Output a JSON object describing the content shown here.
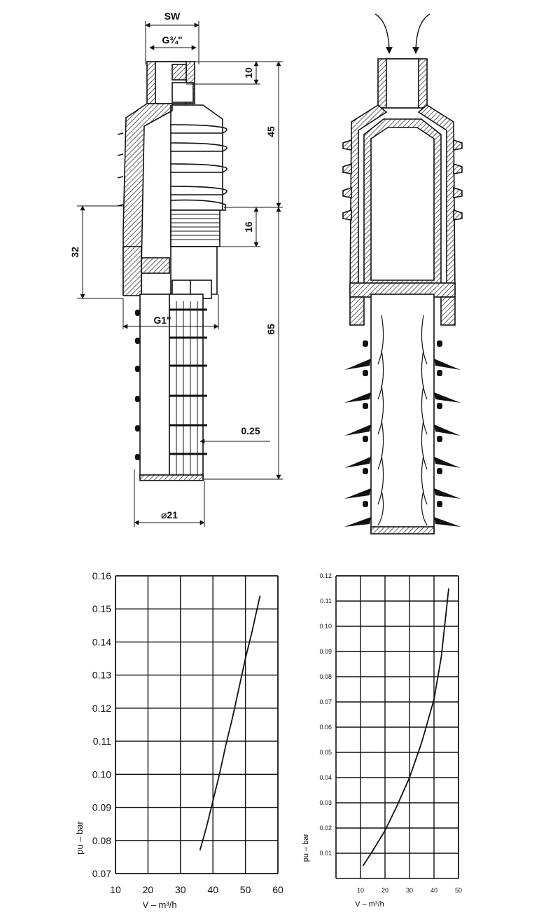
{
  "diagram": {
    "dims": {
      "sw": "SW",
      "g34": "G¾\"",
      "d10": "10",
      "d45": "45",
      "d16": "16",
      "d32": "32",
      "g1": "G1\"",
      "d65": "65",
      "d025": "0.25",
      "d21": "⌀21"
    }
  },
  "chart_data": [
    {
      "type": "line",
      "xlabel": "V – m³/h",
      "ylabel": "pu  –  bar",
      "xlim": [
        10,
        60
      ],
      "ylim": [
        0.07,
        0.16
      ],
      "grid": true,
      "x_ticks": [
        "10",
        "20",
        "30",
        "40",
        "50",
        "60"
      ],
      "y_ticks": [
        "0.07",
        "0.08",
        "0.09",
        "0.10",
        "0.11",
        "0.12",
        "0.13",
        "0.14",
        "0.15",
        "0.16"
      ],
      "series": [
        {
          "x": [
            36,
            38,
            40,
            42,
            44,
            46,
            48,
            50,
            52,
            54.5
          ],
          "y": [
            0.077,
            0.084,
            0.092,
            0.1,
            0.109,
            0.117,
            0.126,
            0.135,
            0.143,
            0.154
          ]
        }
      ]
    },
    {
      "type": "line",
      "xlabel": "V – m³/h",
      "ylabel": "pu  –  bar",
      "xlim": [
        0,
        50
      ],
      "ylim": [
        0,
        0.12
      ],
      "grid": true,
      "x_ticks": [
        "10",
        "20",
        "30",
        "40",
        "50"
      ],
      "y_ticks": [
        "0.01",
        "0.02",
        "0.03",
        "0.04",
        "0.05",
        "0.06",
        "0.07",
        "0.08",
        "0.09",
        "0.10",
        "0.11",
        "0.12"
      ],
      "series": [
        {
          "x": [
            11,
            15,
            20,
            25,
            30,
            35,
            40,
            43,
            46
          ],
          "y": [
            0.005,
            0.011,
            0.019,
            0.029,
            0.04,
            0.054,
            0.071,
            0.088,
            0.115
          ]
        }
      ]
    }
  ]
}
